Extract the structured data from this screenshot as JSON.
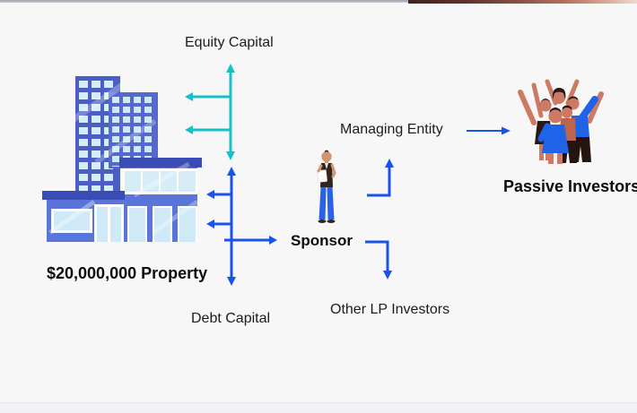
{
  "page": {
    "background_color": "#f7f7f8",
    "top_edge_artifact": {
      "left_strip_color": "#a9adb3",
      "right_strip_colors": [
        "#402220",
        "#8c5347",
        "#e0ac9d",
        "#f0dad1"
      ]
    }
  },
  "diagram": {
    "title_context": "Real estate syndication structure",
    "labels": {
      "equity_capital": "Equity Capital",
      "debt_capital": "Debt Capital",
      "property_value": "$20,000,000 Property",
      "sponsor": "Sponsor",
      "managing_entity": "Managing Entity",
      "other_lp_investors": "Other LP Investors",
      "passive_investors": "Passive Investors"
    },
    "colors": {
      "equity_arrow_teal": "#19bfc6",
      "flow_arrow_blue": "#1b53e8",
      "building_wall": "#4a5ec6",
      "building_wall_light": "#5b74d9",
      "building_roof": "#3a4db6",
      "window_pale": "#d6edf8",
      "people_skin": "#cd7a64",
      "people_blue": "#1f63e8",
      "people_dark": "#2a1812",
      "people_terracotta": "#bd6450"
    },
    "icons": {
      "building": "building-icon",
      "sponsor_person": "sponsor-person-icon",
      "investors_group": "investors-group-icon"
    }
  }
}
